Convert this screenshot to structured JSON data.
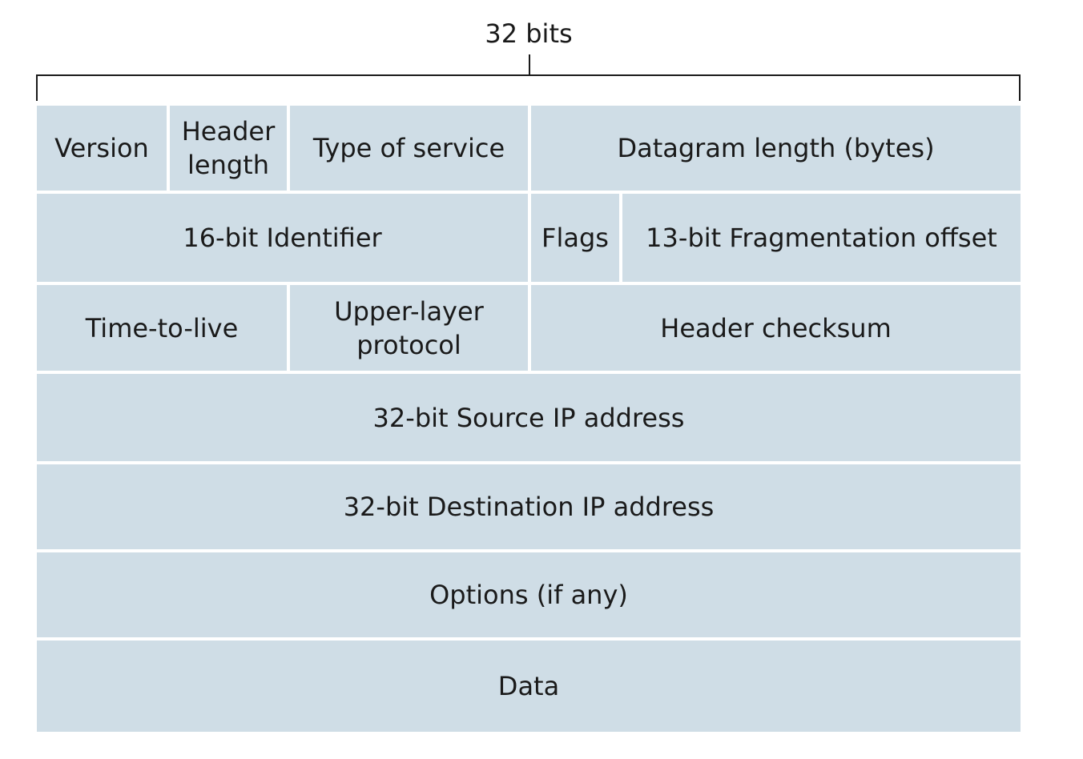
{
  "header": {
    "width_label": "32 bits"
  },
  "rows": [
    {
      "fields": [
        {
          "id": "version",
          "label": "Version"
        },
        {
          "id": "header-length",
          "label": "Header\nlength"
        },
        {
          "id": "type-of-service",
          "label": "Type of service"
        },
        {
          "id": "datagram-length",
          "label": "Datagram length (bytes)"
        }
      ]
    },
    {
      "fields": [
        {
          "id": "identifier",
          "label": "16-bit Identifier"
        },
        {
          "id": "flags",
          "label": "Flags"
        },
        {
          "id": "fragmentation-offset",
          "label": "13-bit Fragmentation offset"
        }
      ]
    },
    {
      "fields": [
        {
          "id": "time-to-live",
          "label": "Time-to-live"
        },
        {
          "id": "upper-layer-protocol",
          "label": "Upper-layer\nprotocol"
        },
        {
          "id": "header-checksum",
          "label": "Header checksum"
        }
      ]
    },
    {
      "fields": [
        {
          "id": "source-ip",
          "label": "32-bit Source IP address"
        }
      ]
    },
    {
      "fields": [
        {
          "id": "destination-ip",
          "label": "32-bit Destination IP address"
        }
      ]
    },
    {
      "fields": [
        {
          "id": "options",
          "label": "Options (if any)"
        }
      ]
    },
    {
      "fields": [
        {
          "id": "data",
          "label": "Data"
        }
      ]
    }
  ],
  "colors": {
    "field_fill": "#cfdde6",
    "text": "#1a1a1a",
    "bracket_line": "#1a1a1a"
  }
}
